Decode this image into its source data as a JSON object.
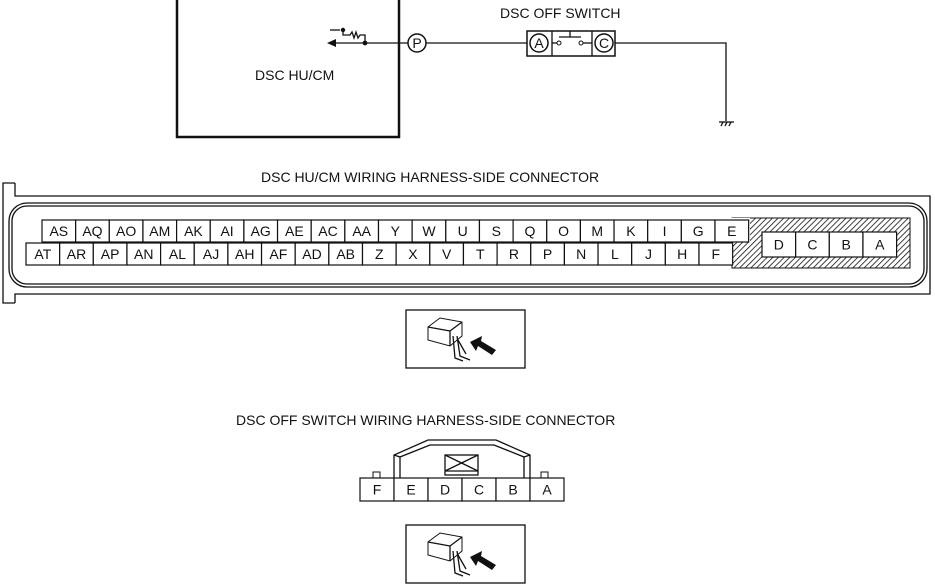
{
  "circuit": {
    "module_label": "DSC HU/CM",
    "module_terminal": "P",
    "switch_label": "DSC OFF SWITCH",
    "switch_terminal_in": "A",
    "switch_terminal_out": "C"
  },
  "hu_connector": {
    "title": "DSC HU/CM WIRING HARNESS-SIDE CONNECTOR",
    "top_row": [
      "AS",
      "AQ",
      "AO",
      "AM",
      "AK",
      "AI",
      "AG",
      "AE",
      "AC",
      "AA",
      "Y",
      "W",
      "U",
      "S",
      "Q",
      "O",
      "M",
      "K",
      "I",
      "G",
      "E"
    ],
    "bottom_row": [
      "AT",
      "AR",
      "AP",
      "AN",
      "AL",
      "AJ",
      "AH",
      "AF",
      "AD",
      "AB",
      "Z",
      "X",
      "V",
      "T",
      "R",
      "P",
      "N",
      "L",
      "J",
      "H",
      "F"
    ],
    "sub_row": [
      "D",
      "C",
      "B",
      "A"
    ]
  },
  "switch_connector": {
    "title": "DSC OFF SWITCH WIRING HARNESS-SIDE CONNECTOR",
    "pins": [
      "F",
      "E",
      "D",
      "C",
      "B",
      "A"
    ]
  }
}
